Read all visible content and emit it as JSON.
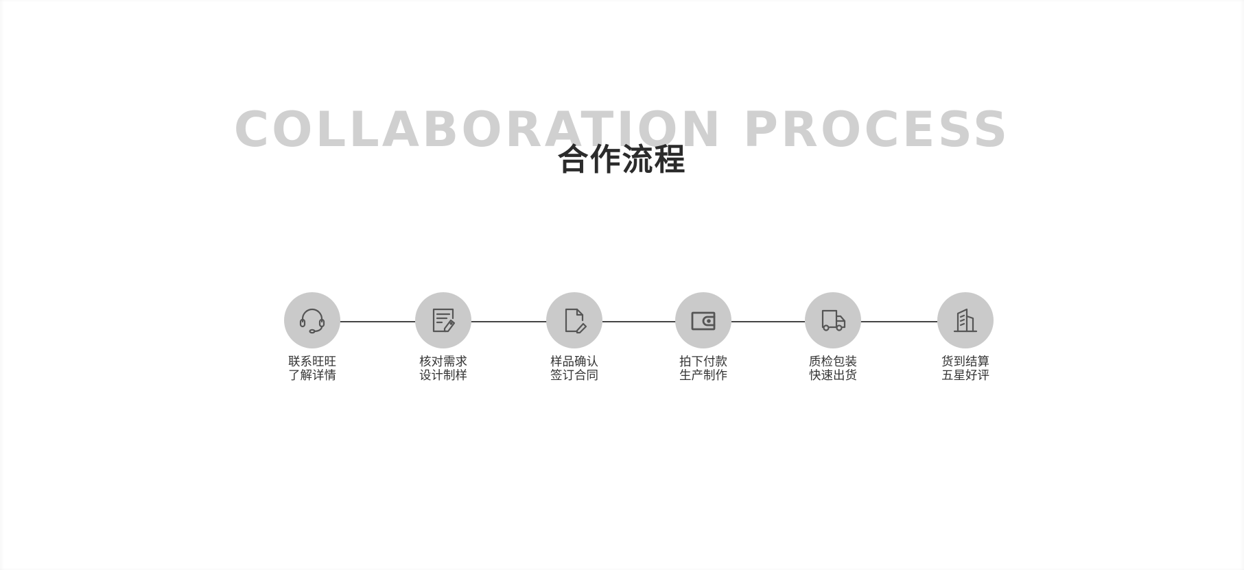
{
  "heading": {
    "title_en": "COLLABORATION PROCESS",
    "title_cn": "合作流程"
  },
  "steps": [
    {
      "line1": "联系旺旺",
      "line2": "了解详情",
      "icon": "headset-icon"
    },
    {
      "line1": "核对需求",
      "line2": "设计制样",
      "icon": "document-edit-icon"
    },
    {
      "line1": "样品确认",
      "line2": "签订合同",
      "icon": "file-sign-icon"
    },
    {
      "line1": "拍下付款",
      "line2": "生产制作",
      "icon": "wallet-icon"
    },
    {
      "line1": "质检包装",
      "line2": "快速出货",
      "icon": "truck-icon"
    },
    {
      "line1": "货到结算",
      "line2": "五星好评",
      "icon": "building-icon"
    }
  ],
  "colors": {
    "circle_fill": "#cacaca",
    "icon_stroke": "#555555",
    "connector": "#444444",
    "title_en": "#d0d0d0",
    "title_cn": "#2b2b2b",
    "label_text": "#333333"
  }
}
